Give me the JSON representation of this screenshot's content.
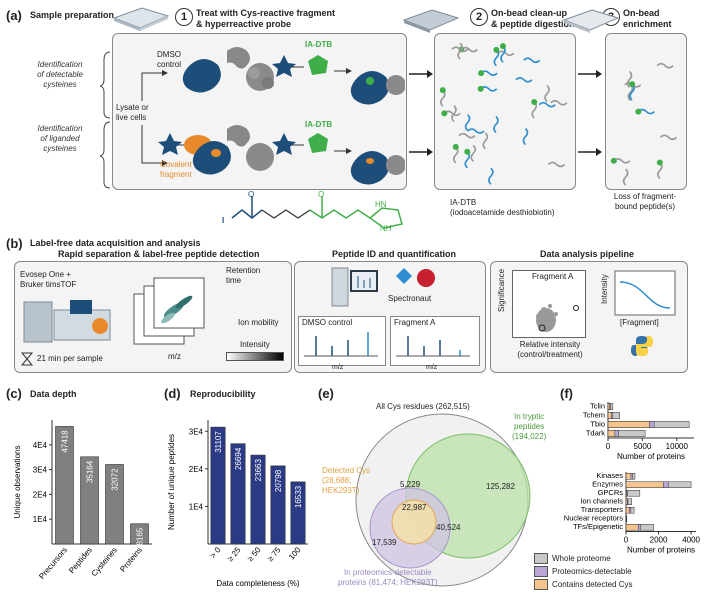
{
  "panel_a": {
    "letter": "(a)",
    "title": "Sample preparation",
    "step1_num": "1",
    "step1_line1": "Treat with Cys-reactive fragment",
    "step1_line2": "& hyperreactive probe",
    "step2_num": "2",
    "step2_line1": "On-bead clean-up",
    "step2_line2": "& peptide digestion",
    "step3_num": "3",
    "step3_line1": "On-bead",
    "step3_line2": "enrichment",
    "row1_label": [
      "Identification",
      "of detectable",
      "cysteines"
    ],
    "row2_label": [
      "Identification",
      "of liganded",
      "cysteines"
    ],
    "lysate_label": [
      "Lysate or",
      "live cells"
    ],
    "dmso_label": [
      "DMSO",
      "control"
    ],
    "probe_label_top": "IA-DTB",
    "probe_label_bottom": "IA-DTB",
    "covalent_label": [
      "Covalent",
      "fragment"
    ],
    "iadtb_name": "IA-DTB",
    "iadtb_full": "(iodoacetamide desthiobiotin)",
    "loss_label": [
      "Loss of fragment-",
      "bound peptide(s)"
    ],
    "chem_O": "O",
    "chem_I": "I",
    "chem_HN": "HN",
    "chem_NH": "NH"
  },
  "panel_b": {
    "letter": "(b)",
    "title": "Label-free data acquisition and analysis",
    "box1_title": "Rapid separation & label-free peptide detection",
    "instrument": [
      "Evosep One +",
      "Bruker timsTOF"
    ],
    "retention": [
      "Retention",
      "time"
    ],
    "ion_mobility": "Ion mobility",
    "mz1": "m/z",
    "intensity_bar": "Intensity",
    "time_label": "21 min per sample",
    "box2_title": "Peptide ID and quantification",
    "spectronaut": "Spectronaut",
    "dmso": "DMSO control",
    "fragA": "Fragment A",
    "mz2": "m/z",
    "mz3": "m/z",
    "box3_title": "Data analysis pipeline",
    "significance": "Significance",
    "volcano_title": "Fragment A",
    "rel_int": [
      "Relative intensity",
      "(control/treatment)"
    ],
    "intensity_axis": "Intensity",
    "fragment_axis": "[Fragment]"
  },
  "panel_c": {
    "letter": "(c)",
    "title": "Data depth",
    "chart_data": {
      "type": "bar",
      "categories": [
        "Precursors",
        "Peptides",
        "Cysteines",
        "Proteins"
      ],
      "values": [
        47418,
        35164,
        32072,
        8165
      ],
      "ylabel": "Unique observations",
      "yticks": [
        "1E4",
        "2E4",
        "3E4",
        "4E4"
      ],
      "ylim": [
        0,
        50000
      ]
    }
  },
  "panel_d": {
    "letter": "(d)",
    "title": "Reproducibility",
    "chart_data": {
      "type": "bar",
      "categories": [
        "> 0",
        "≥ 25",
        "≥ 50",
        "≥ 75",
        "100"
      ],
      "values": [
        31107,
        26694,
        23663,
        20798,
        16533
      ],
      "ylabel": "Number of unique peptides",
      "xlabel": "Data completeness (%)",
      "yticks": [
        "1E4",
        "2E4",
        "3E4"
      ],
      "ylim": [
        0,
        33000
      ]
    }
  },
  "panel_e": {
    "letter": "(e)",
    "all_cys": "All Cys residues (262,515)",
    "tryptic": [
      "In tryptic",
      "peptides",
      "(194,022)"
    ],
    "detected": [
      "Detected Cys",
      "(28,688;",
      "HEK293T)"
    ],
    "proteomics": [
      "In proteomics-detectable",
      "proteins (81,474; HEK293T)"
    ],
    "n_5229": "5,229",
    "n_22987": "22,987",
    "n_125282": "125,282",
    "n_40524": "40,524",
    "n_17539": "17,539",
    "legend": [
      "Whole proteome",
      "Proteomics-detectable",
      "Contains detected Cys"
    ],
    "colors": {
      "whole": "#c8c8c8",
      "prot": "#b9a6d6",
      "cys": "#f5c58e"
    }
  },
  "panel_f": {
    "letter": "(f)",
    "chart_data": [
      {
        "type": "bar",
        "orientation": "horizontal",
        "categories": [
          "Tclin",
          "Tchem",
          "Tbio",
          "Tdark"
        ],
        "whole": [
          700,
          1700,
          11800,
          5400
        ],
        "prot": [
          400,
          700,
          6700,
          1500
        ],
        "cys": [
          250,
          500,
          6000,
          1000
        ],
        "xticks": [
          "0",
          "5000",
          "10000"
        ],
        "xlim": [
          0,
          12500
        ],
        "xlabel": "Number of proteins"
      },
      {
        "type": "bar",
        "orientation": "horizontal",
        "categories": [
          "Kinases",
          "Enzymes",
          "GPCRs",
          "Ion channels",
          "Transporters",
          "Nuclear receptors",
          "TFs/Epigenetic"
        ],
        "whole": [
          550,
          4000,
          850,
          350,
          500,
          50,
          1700
        ],
        "prot": [
          400,
          2600,
          100,
          120,
          300,
          30,
          900
        ],
        "cys": [
          300,
          2300,
          50,
          80,
          200,
          20,
          750
        ],
        "xticks": [
          "0",
          "2000",
          "4000"
        ],
        "xlim": [
          0,
          4300
        ],
        "xlabel": "Number of proteins"
      }
    ]
  }
}
